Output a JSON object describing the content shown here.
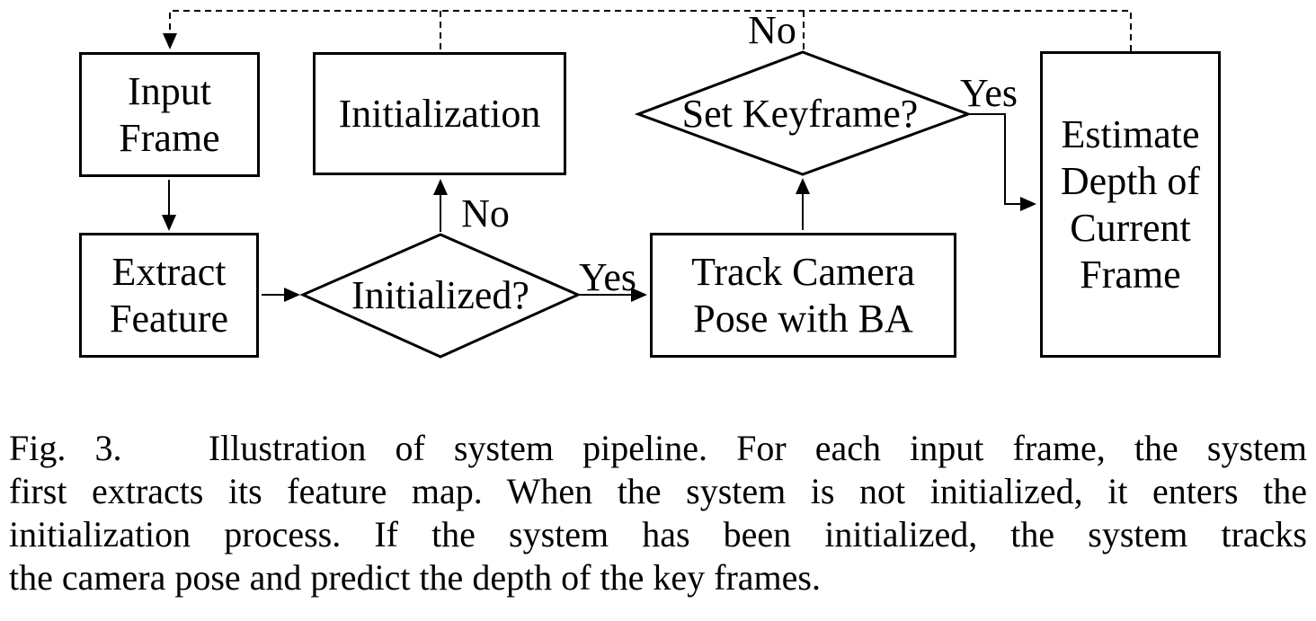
{
  "figure": {
    "type": "flowchart",
    "nodes": {
      "input_frame": {
        "lines": [
          "Input",
          "Frame"
        ]
      },
      "initialization": {
        "label": "Initialization"
      },
      "set_keyframe": {
        "label": "Set Keyframe?"
      },
      "extract_feature": {
        "lines": [
          "Extract",
          "Feature"
        ]
      },
      "initialized": {
        "label": "Initialized?"
      },
      "track_camera": {
        "lines": [
          "Track Camera",
          "Pose with BA"
        ]
      },
      "estimate_depth": {
        "lines": [
          "Estimate",
          "Depth of",
          "Current",
          "Frame"
        ]
      }
    },
    "edge_labels": {
      "initialized_no": "No",
      "initialized_yes": "Yes",
      "set_keyframe_no": "No",
      "set_keyframe_yes": "Yes"
    },
    "colors": {
      "ink": "#000000",
      "background": "#ffffff"
    }
  },
  "caption": {
    "lines": [
      "Fig. 3.   Illustration of system pipeline. For each input frame, the system",
      "first extracts its feature map. When the system is not initialized, it enters the",
      "initialization process. If the system has been initialized, the system tracks",
      "the camera pose and predict the depth of the key frames."
    ]
  }
}
